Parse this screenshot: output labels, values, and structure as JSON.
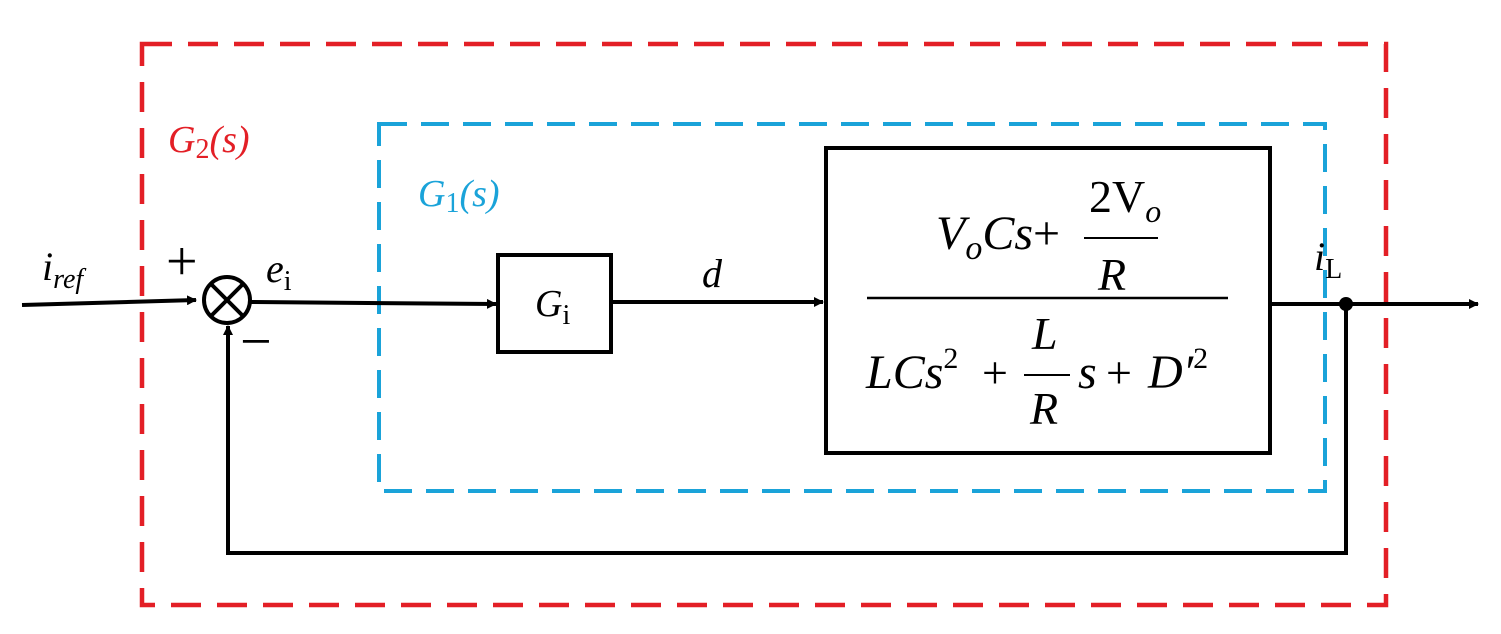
{
  "labels": {
    "outer_box": {
      "main": "G",
      "sub": "2",
      "tail": "(s)"
    },
    "inner_box": {
      "main": "G",
      "sub": "1",
      "tail": "(s)"
    },
    "input": {
      "main": "i",
      "sub": "ref"
    },
    "error": {
      "main": "e",
      "sub": "i"
    },
    "plus_sign": "+",
    "minus_sign": "−",
    "controller": {
      "main": "G",
      "sub": "i"
    },
    "duty": "d",
    "output": {
      "main": "i",
      "sub": "L"
    }
  },
  "plant": {
    "num": {
      "v": "V",
      "v_sub": "o",
      "cs": "Cs",
      "plus": "+",
      "frac_num": "2V",
      "frac_num_sub": "o",
      "frac_den": "R"
    },
    "den": {
      "lc": "LCs",
      "lc_exp": "2",
      "plus1": "+",
      "frac_num": "L",
      "frac_den": "R",
      "s": "s",
      "plus2": "+",
      "d": "D′",
      "d_exp": "2"
    }
  },
  "colors": {
    "outer_box": "#e31f26",
    "inner_box": "#1aa3d9",
    "lines": "#000000"
  }
}
